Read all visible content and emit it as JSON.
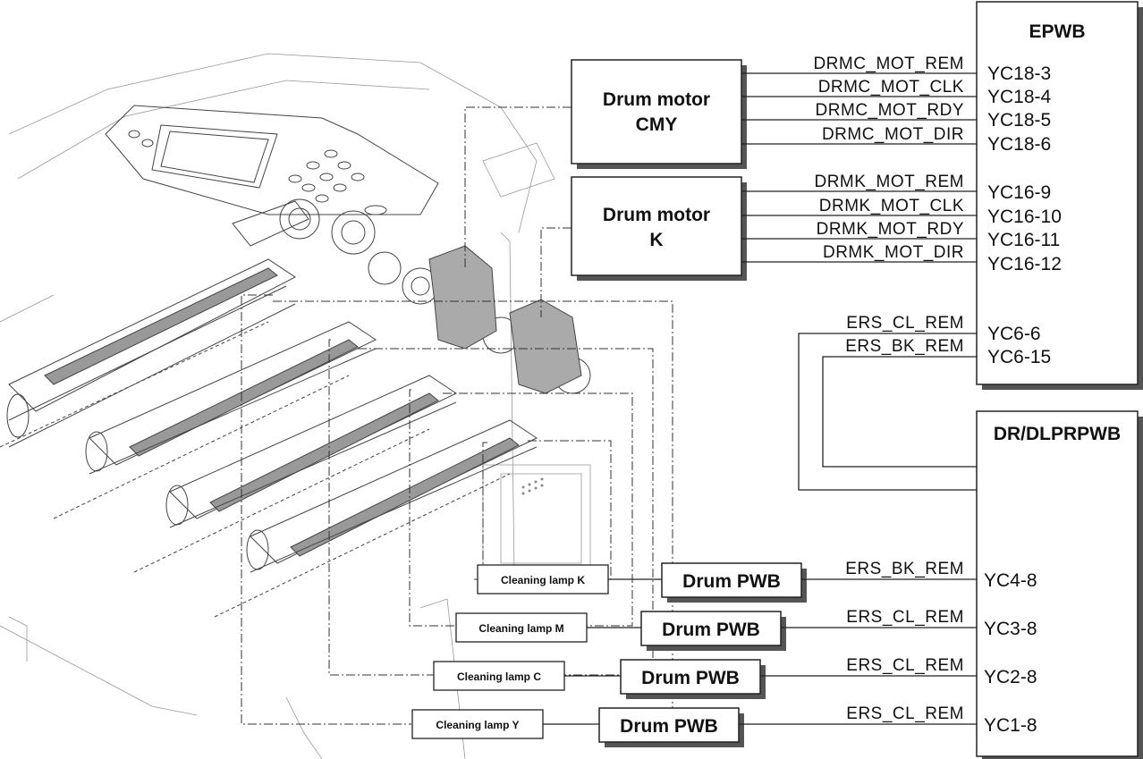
{
  "boards": {
    "epwb": {
      "title": "EPWB"
    },
    "drdlprpwb": {
      "title": "DR/DLPRPWB"
    }
  },
  "motors": {
    "cmy": {
      "line1": "Drum motor",
      "line2": "CMY"
    },
    "k": {
      "line1": "Drum motor",
      "line2": "K"
    }
  },
  "motor_cmy_signals": [
    {
      "signal": "DRMC_MOT_REM",
      "pin": "YC18-3"
    },
    {
      "signal": "DRMC_MOT_CLK",
      "pin": "YC18-4"
    },
    {
      "signal": "DRMC_MOT_RDY",
      "pin": "YC18-5"
    },
    {
      "signal": "DRMC_MOT_DIR",
      "pin": "YC18-6"
    }
  ],
  "motor_k_signals": [
    {
      "signal": "DRMK_MOT_REM",
      "pin": "YC16-9"
    },
    {
      "signal": "DRMK_MOT_CLK",
      "pin": "YC16-10"
    },
    {
      "signal": "DRMK_MOT_RDY",
      "pin": "YC16-11"
    },
    {
      "signal": "DRMK_MOT_DIR",
      "pin": "YC16-12"
    }
  ],
  "epwb_ers_signals": [
    {
      "signal": "ERS_CL_REM",
      "pin": "YC6-6"
    },
    {
      "signal": "ERS_BK_REM",
      "pin": "YC6-15"
    }
  ],
  "drum_rows": [
    {
      "lamp": "Cleaning lamp K",
      "pwb": "Drum PWB",
      "signal": "ERS_BK_REM",
      "pin": "YC4-8"
    },
    {
      "lamp": "Cleaning lamp M",
      "pwb": "Drum PWB",
      "signal": "ERS_CL_REM",
      "pin": "YC3-8"
    },
    {
      "lamp": "Cleaning lamp C",
      "pwb": "Drum PWB",
      "signal": "ERS_CL_REM",
      "pin": "YC2-8"
    },
    {
      "lamp": "Cleaning lamp Y",
      "pwb": "Drum PWB",
      "signal": "ERS_CL_REM",
      "pin": "YC1-8"
    }
  ],
  "colors": {
    "line": "#222222",
    "panel_shadow": "#555555",
    "box_fill": "#ffffff"
  }
}
